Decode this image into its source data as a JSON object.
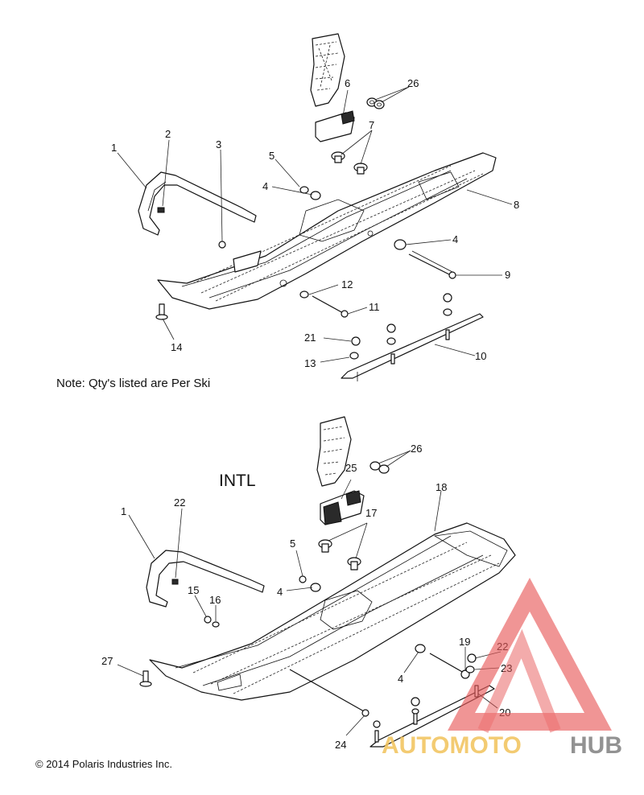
{
  "note": "Note: Qty's listed are Per Ski",
  "intl_label": "INTL",
  "copyright": "© 2014 Polaris Industries Inc.",
  "watermark": {
    "part1": "AUTOMOTO",
    "part2": "HUB",
    "color_triangle": "#e85a5a",
    "color_text1": "#f2c25a",
    "color_text2": "#7f7f7f"
  },
  "callouts": [
    {
      "id": "c1",
      "label": "1"
    },
    {
      "id": "c2",
      "label": "2"
    },
    {
      "id": "c3",
      "label": "3"
    },
    {
      "id": "c4a",
      "label": "4"
    },
    {
      "id": "c4b",
      "label": "4"
    },
    {
      "id": "c5",
      "label": "5"
    },
    {
      "id": "c6",
      "label": "6"
    },
    {
      "id": "c7",
      "label": "7"
    },
    {
      "id": "c8",
      "label": "8"
    },
    {
      "id": "c9",
      "label": "9"
    },
    {
      "id": "c10",
      "label": "10"
    },
    {
      "id": "c11",
      "label": "11"
    },
    {
      "id": "c12",
      "label": "12"
    },
    {
      "id": "c13",
      "label": "13"
    },
    {
      "id": "c14",
      "label": "14"
    },
    {
      "id": "c21",
      "label": "21"
    },
    {
      "id": "c26",
      "label": "26"
    },
    {
      "id": "d1",
      "label": "1"
    },
    {
      "id": "d22",
      "label": "22"
    },
    {
      "id": "d15",
      "label": "15"
    },
    {
      "id": "d16",
      "label": "16"
    },
    {
      "id": "d5",
      "label": "5"
    },
    {
      "id": "d4a",
      "label": "4"
    },
    {
      "id": "d4b",
      "label": "4"
    },
    {
      "id": "d17",
      "label": "17"
    },
    {
      "id": "d18",
      "label": "18"
    },
    {
      "id": "d25",
      "label": "25"
    },
    {
      "id": "d26",
      "label": "26"
    },
    {
      "id": "d27",
      "label": "27"
    },
    {
      "id": "d19",
      "label": "19"
    },
    {
      "id": "d22b",
      "label": "22"
    },
    {
      "id": "d23",
      "label": "23"
    },
    {
      "id": "d20",
      "label": "20"
    },
    {
      "id": "d24",
      "label": "24"
    }
  ]
}
